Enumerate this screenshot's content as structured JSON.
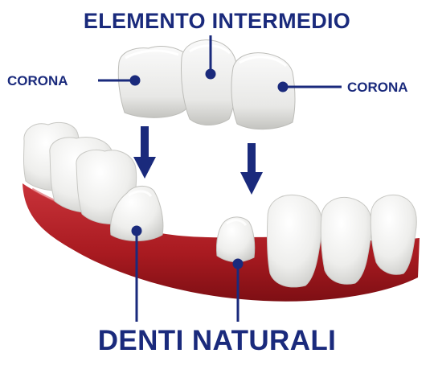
{
  "labels": {
    "title": "ELEMENTO INTERMEDIO",
    "crown_left": "CORONA",
    "crown_right": "CORONA",
    "bottom": "DENTI NATURALI"
  },
  "colors": {
    "label": "#1a2a7c",
    "gum": "#b01e24",
    "tooth": "#f2f2f0"
  }
}
